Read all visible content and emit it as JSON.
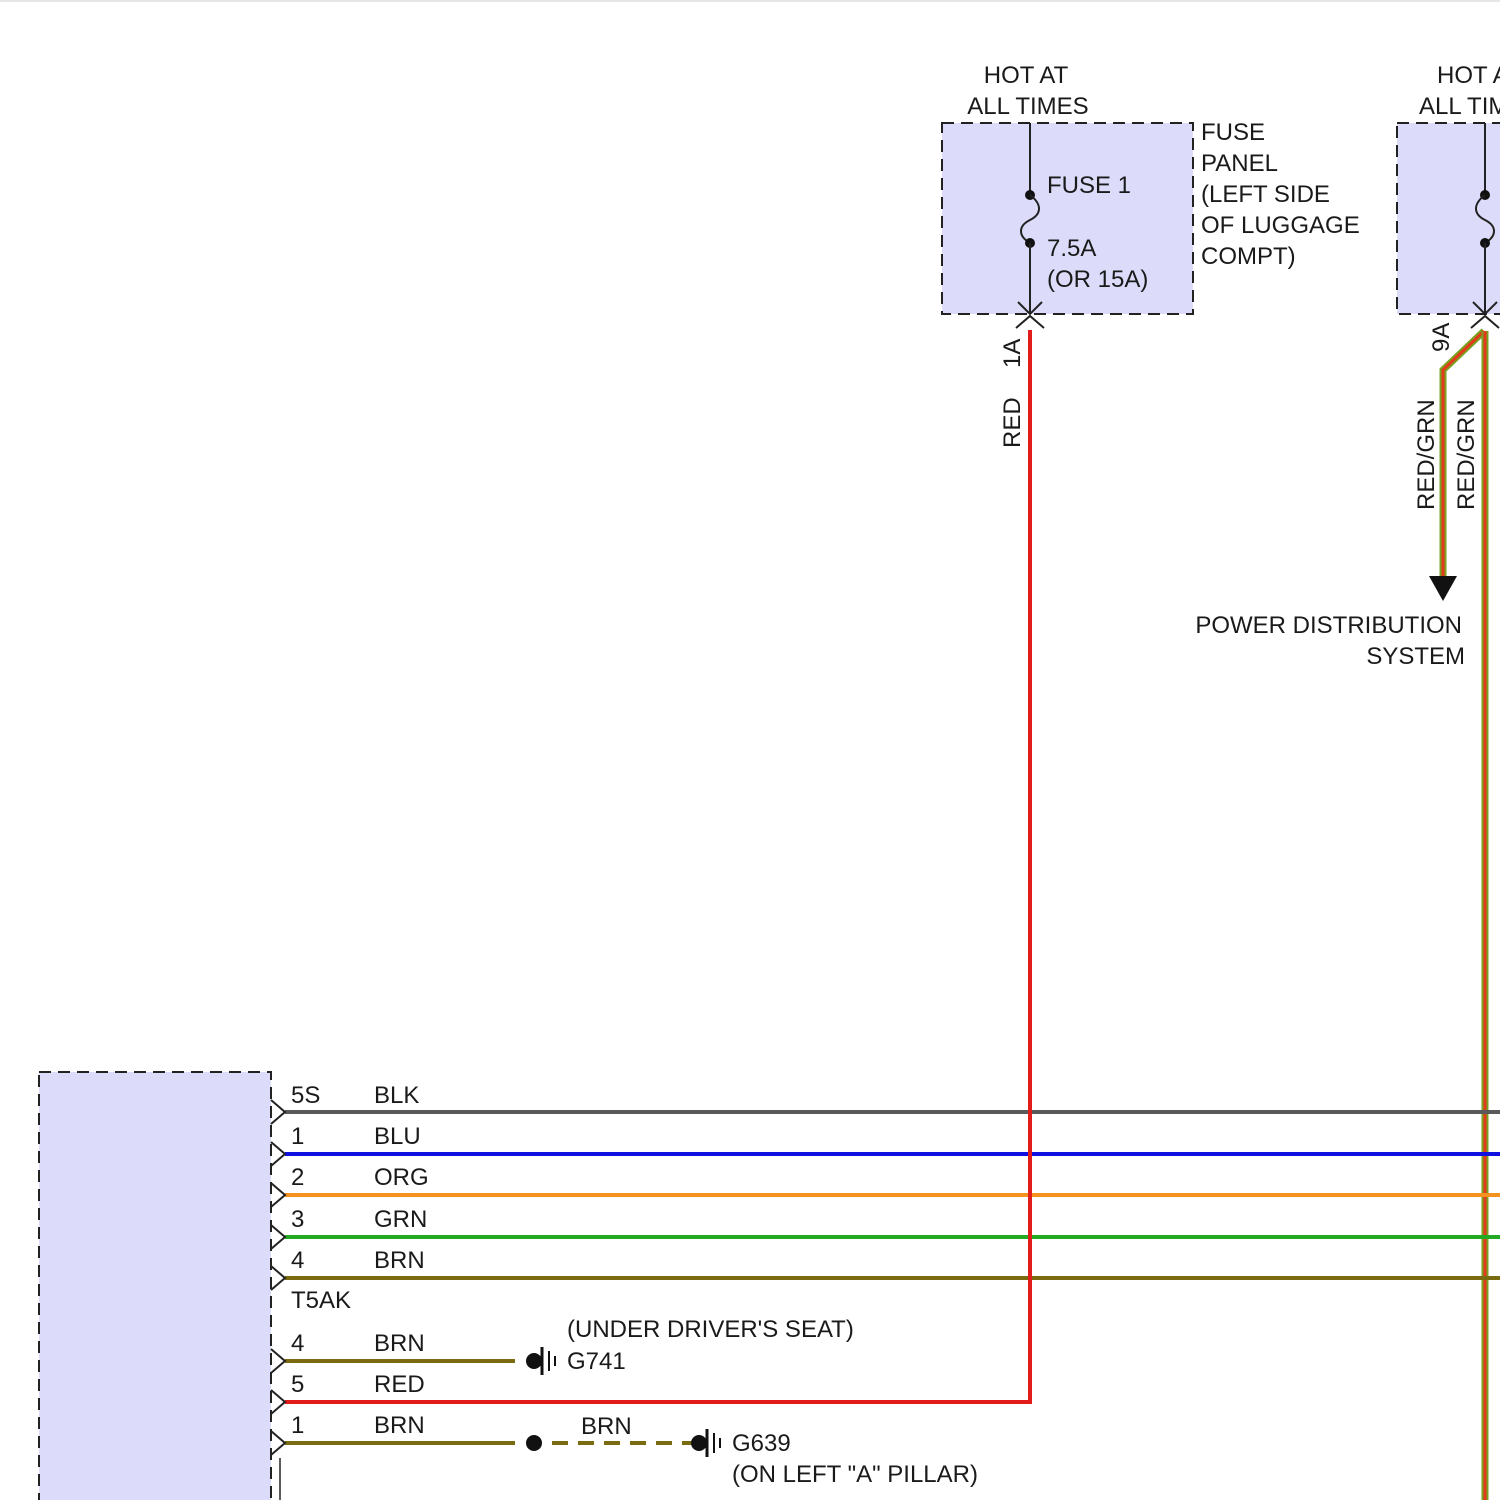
{
  "fuse_panel_left": {
    "hot_label_line1": "HOT AT",
    "hot_label_line2": "ALL TIMES",
    "fuse_name": "FUSE 1",
    "fuse_rating": "7.5A",
    "fuse_alt_rating": "(OR 15A)",
    "panel_label": [
      "FUSE",
      "PANEL",
      "(LEFT SIDE",
      "OF LUGGAGE",
      "COMPT)"
    ],
    "terminal": "1A",
    "wire_color_label": "RED"
  },
  "fuse_panel_right": {
    "hot_label_line1": "HOT A",
    "hot_label_line2": "ALL TIM",
    "terminal": "9A",
    "wire_label_1": "RED/GRN",
    "wire_label_2": "RED/GRN"
  },
  "power_distribution": {
    "line1": "POWER DISTRIBUTION",
    "line2": "SYSTEM"
  },
  "connector_t5ak": {
    "name": "T5AK",
    "pins": [
      {
        "pin": "5S",
        "color_label": "BLK",
        "hex": "#5a5a5a"
      },
      {
        "pin": "1",
        "color_label": "BLU",
        "hex": "#1010e0"
      },
      {
        "pin": "2",
        "color_label": "ORG",
        "hex": "#f5921e"
      },
      {
        "pin": "3",
        "color_label": "GRN",
        "hex": "#22aa22"
      },
      {
        "pin": "4",
        "color_label": "BRN",
        "hex": "#7a6a10"
      }
    ]
  },
  "lower_pins": [
    {
      "pin": "4",
      "color_label": "BRN",
      "hex": "#7a6a10"
    },
    {
      "pin": "5",
      "color_label": "RED",
      "hex": "#e21b1b"
    },
    {
      "pin": "1",
      "color_label": "BRN",
      "hex": "#7a6a10"
    }
  ],
  "ground_g741": {
    "name": "G741",
    "location": "(UNDER DRIVER'S SEAT)"
  },
  "ground_g639": {
    "name": "G639",
    "location": "(ON LEFT \"A\" PILLAR)",
    "wire_label": "BRN"
  },
  "colors": {
    "red": "#e21b1b",
    "red_grn_fill": "#e23a1b",
    "red_grn_stripe": "#7aa020",
    "component_fill": "#dcdcfa"
  }
}
